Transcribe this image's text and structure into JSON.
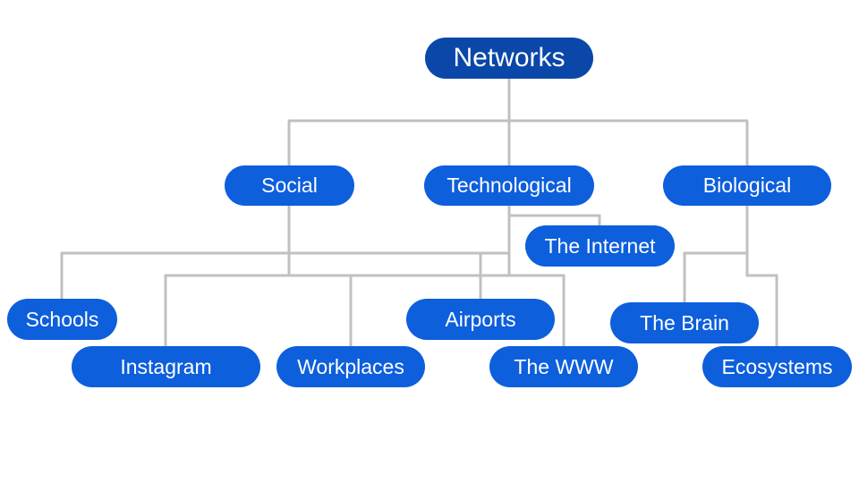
{
  "colors": {
    "root": "#0b47a8",
    "node": "#0d5fdc",
    "connector": "#c0c0c0",
    "text": "#ffffff"
  },
  "root": {
    "id": "networks",
    "label": "Networks"
  },
  "categories": [
    {
      "id": "social",
      "label": "Social",
      "children": [
        {
          "id": "schools",
          "label": "Schools"
        },
        {
          "id": "instagram",
          "label": "Instagram"
        },
        {
          "id": "workplaces",
          "label": "Workplaces"
        }
      ]
    },
    {
      "id": "technological",
      "label": "Technological",
      "children": [
        {
          "id": "internet",
          "label": "The Internet"
        },
        {
          "id": "airports",
          "label": "Airports"
        },
        {
          "id": "www",
          "label": "The WWW"
        }
      ]
    },
    {
      "id": "biological",
      "label": "Biological",
      "children": [
        {
          "id": "brain",
          "label": "The Brain"
        },
        {
          "id": "ecosystems",
          "label": "Ecosystems"
        }
      ]
    }
  ]
}
